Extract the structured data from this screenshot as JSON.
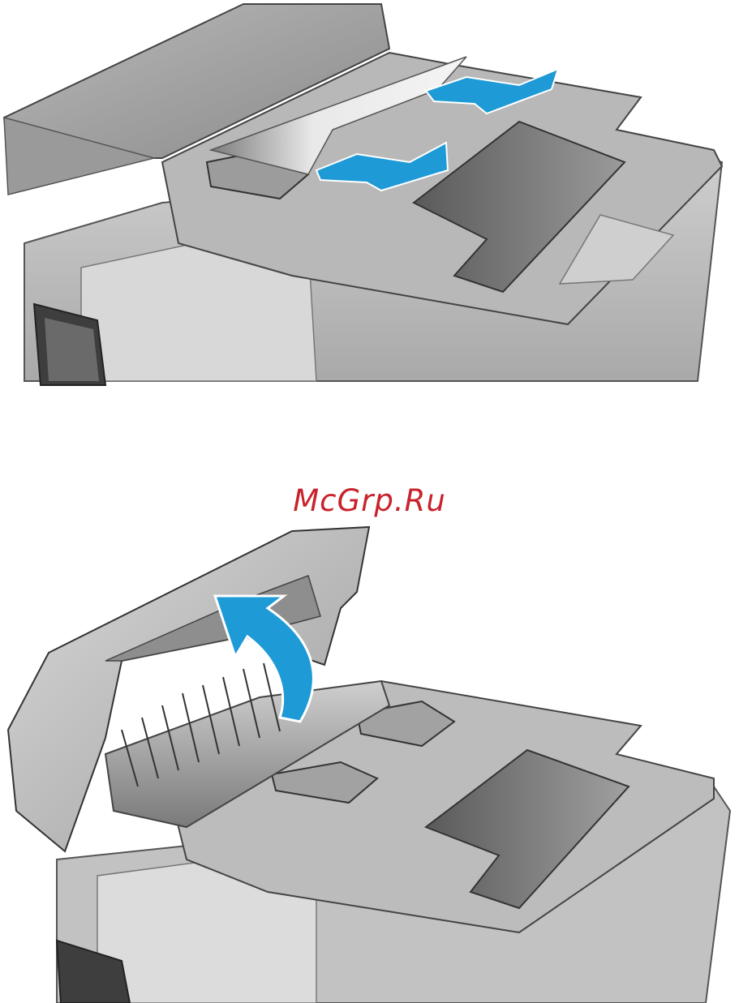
{
  "watermark": {
    "text": "McGrp.Ru",
    "color": "#c8232c"
  },
  "illustrations": [
    {
      "name": "pull-jammed-paper-from-feeder",
      "icon": "double-arrow-pull-icon",
      "arrow_color": "#1e9ad6"
    },
    {
      "name": "open-document-feeder-cover",
      "icon": "curved-arrow-open-icon",
      "arrow_color": "#1e9ad6"
    }
  ],
  "colors": {
    "body_dark": "#585858",
    "body_mid": "#8c8c8c",
    "body_light": "#c6c6c6",
    "paper": "#eeeeee",
    "arrow": "#1e9ad6"
  }
}
